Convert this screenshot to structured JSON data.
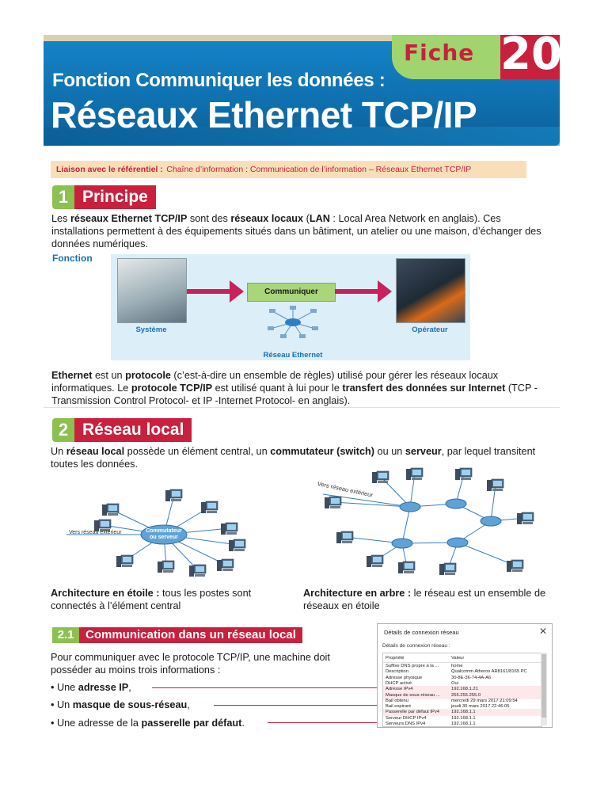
{
  "header": {
    "fiche_label": "Fiche",
    "fiche_number": "20",
    "subtitle": "Fonction Communiquer les données :",
    "title": "Réseaux Ethernet TCP/IP"
  },
  "link_bar": {
    "label": "Liaison avec le référentiel :",
    "text": "Chaîne d’information : Communication de l’information – Réseaux Ethernet TCP/IP"
  },
  "section1": {
    "number": "1",
    "title": "Principe",
    "para1": [
      {
        "t": "Les ",
        "b": false
      },
      {
        "t": "réseaux Ethernet TCP/IP",
        "b": true
      },
      {
        "t": " sont des ",
        "b": false
      },
      {
        "t": "réseaux locaux",
        "b": true
      },
      {
        "t": " (",
        "b": false
      },
      {
        "t": "LAN",
        "b": true
      },
      {
        "t": " : Local Area Network en anglais). Ces installations permettent à des équipements situés dans un bâtiment, un atelier ou une maison, d’échanger des données numériques.",
        "b": false
      }
    ],
    "fonction_label": "Fonction",
    "diagram": {
      "systeme": "Système",
      "communiquer": "Communiquer",
      "reseau": "Réseau Ethernet",
      "operateur": "Opérateur"
    },
    "para2": [
      {
        "t": "Ethernet",
        "b": true
      },
      {
        "t": " est un ",
        "b": false
      },
      {
        "t": "protocole",
        "b": true
      },
      {
        "t": " (c’est-à-dire un ensemble de règles) utilisé pour gérer les réseaux locaux informatiques. Le ",
        "b": false
      },
      {
        "t": "protocole TCP/IP",
        "b": true
      },
      {
        "t": " est utilisé quant à lui pour le ",
        "b": false
      },
      {
        "t": "transfert des données sur Internet",
        "b": true
      },
      {
        "t": " (TCP -Transmission Control Protocol- et IP -Internet Protocol- en anglais).",
        "b": false
      }
    ]
  },
  "section2": {
    "number": "2",
    "title": "Réseau local",
    "para": [
      {
        "t": "Un ",
        "b": false
      },
      {
        "t": "réseau local",
        "b": true
      },
      {
        "t": " possède un élément central, un ",
        "b": false
      },
      {
        "t": "commutateur (switch)",
        "b": true
      },
      {
        "t": " ou un ",
        "b": false
      },
      {
        "t": "serveur",
        "b": true
      },
      {
        "t": ", par lequel transitent toutes les données.",
        "b": false
      }
    ],
    "star": {
      "center_label_1": "Commutateur",
      "center_label_2": "ou serveur",
      "external": "Vers réseau extérieur",
      "caption_bold": "Architecture en étoile :",
      "caption": " tous les postes sont connectés à l’élément central"
    },
    "tree": {
      "external": "Vers réseau extérieur",
      "caption_bold": "Architecture en arbre :",
      "caption": " le réseau est un ensemble de réseaux en étoile"
    }
  },
  "subsection21": {
    "number": "2.1",
    "title": "Communication dans un réseau local",
    "intro": "Pour communiquer avec le protocole TCP/IP, une machine doit posséder au moins trois informations :",
    "bullets": [
      {
        "pre": "• Une ",
        "bold": "adresse IP",
        "post": ","
      },
      {
        "pre": "• Un ",
        "bold": "masque de sous-réseau",
        "post": ","
      },
      {
        "pre": "• Une adresse de la ",
        "bold": "passerelle par défaut",
        "post": "."
      }
    ]
  },
  "dialog": {
    "title": "Détails de connexion réseau",
    "close": "✕",
    "subtitle": "Détails de connexion réseau :",
    "header": {
      "k": "Propriété",
      "v": "Valeur"
    },
    "rows": [
      {
        "k": "Suffixe DNS propre à la ...",
        "v": "home"
      },
      {
        "k": "Description",
        "v": "Qualcomm Atheros AR8161/8165 PC"
      },
      {
        "k": "Adresse physique",
        "v": "30-8E-36-74-4A-A6"
      },
      {
        "k": "DHCP activé",
        "v": "Oui"
      },
      {
        "k": "Adresse IPv4",
        "v": "192.168.1.21"
      },
      {
        "k": "Masque de sous-réseau ...",
        "v": "255.255.255.0"
      },
      {
        "k": "Bail obtenu",
        "v": "mercredi 29 mars 2017 21:09:54"
      },
      {
        "k": "Bail expirant",
        "v": "jeudi 30 mars 2017 22:46:05"
      },
      {
        "k": "Passerelle par défaut IPv4",
        "v": "192.168.1.1"
      },
      {
        "k": "Serveur DHCP IPv4",
        "v": "192.168.1.1"
      },
      {
        "k": "Serveurs DNS IPv4",
        "v": "192.168.1.1"
      }
    ]
  },
  "colors": {
    "blue": "#1483c6",
    "red": "#c9203e",
    "green": "#8cc04f",
    "peach": "#f9dfb8"
  }
}
